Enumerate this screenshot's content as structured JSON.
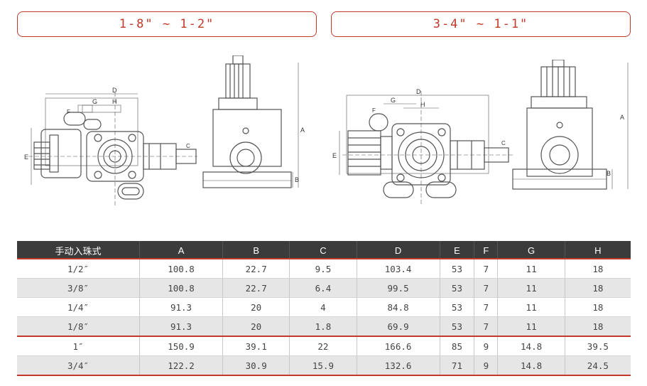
{
  "ranges": {
    "left": "1-8\" ~ 1-2\"",
    "right": "3-4\" ~ 1-1\""
  },
  "drawing_labels": {
    "d": "D",
    "g": "G",
    "h": "H",
    "e": "E",
    "f": "F",
    "c": "C",
    "a": "A",
    "b": "B"
  },
  "table": {
    "headers": [
      "手动入珠式",
      "A",
      "B",
      "C",
      "D",
      "E",
      "F",
      "G",
      "H"
    ],
    "rows": [
      [
        "1/2″",
        "100.8",
        "22.7",
        "9.5",
        "103.4",
        "53",
        "7",
        "11",
        "18"
      ],
      [
        "3/8″",
        "100.8",
        "22.7",
        "6.4",
        "99.5",
        "53",
        "7",
        "11",
        "18"
      ],
      [
        "1/4″",
        "91.3",
        "20",
        "4",
        "84.8",
        "53",
        "7",
        "11",
        "18"
      ],
      [
        "1/8″",
        "91.3",
        "20",
        "1.8",
        "69.9",
        "53",
        "7",
        "11",
        "18"
      ],
      [
        "1″",
        "150.9",
        "39.1",
        "22",
        "166.6",
        "85",
        "9",
        "14.8",
        "39.5"
      ],
      [
        "3/4″",
        "122.2",
        "30.9",
        "15.9",
        "132.6",
        "71",
        "9",
        "14.8",
        "24.5"
      ]
    ]
  },
  "colors": {
    "accent": "#c0392b",
    "header_bg": "#3b3b3b",
    "stripe": "#e6e6e6"
  }
}
